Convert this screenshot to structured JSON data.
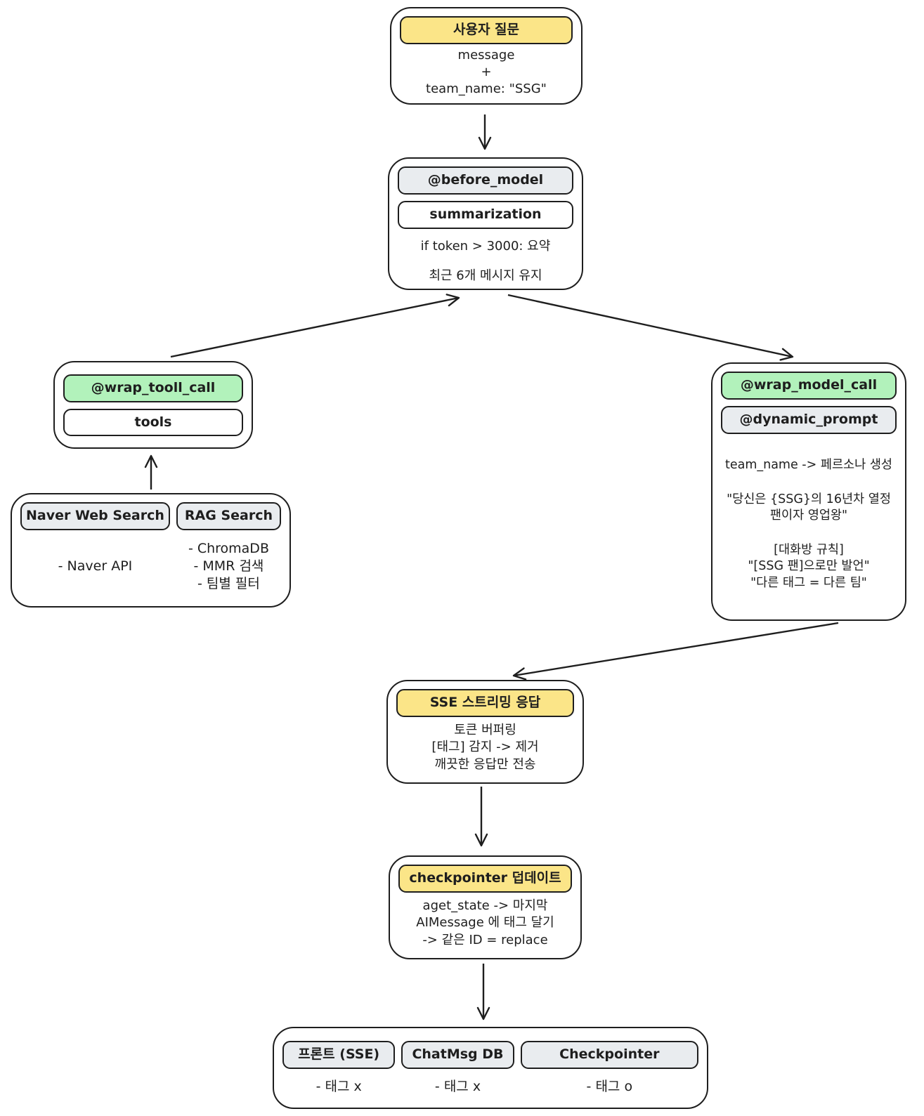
{
  "colors": {
    "yellow_header": "#fbe588",
    "green_header": "#b2f2bb",
    "gray_header": "#e9ecef",
    "stroke": "#1e1e1e",
    "background": "#ffffff"
  },
  "nodes": {
    "user_question": {
      "title": "사용자 질문",
      "body": "message\n+\nteam_name: \"SSG\""
    },
    "before_model": {
      "title": "@before_model",
      "subtitle": "summarization",
      "body": "if token > 3000: 요약\n최근 6개 메시지 유지"
    },
    "wrap_tool_call": {
      "title": "@wrap_tooll_call",
      "subtitle": "tools"
    },
    "tools_detail": {
      "columns": [
        {
          "title": "Naver Web Search",
          "items": [
            "- Naver API"
          ]
        },
        {
          "title": "RAG Search",
          "items": [
            "- ChromaDB",
            "- MMR 검색",
            "- 팀별 필터"
          ]
        }
      ]
    },
    "wrap_model_call": {
      "title": "@wrap_model_call",
      "subtitle": "@dynamic_prompt",
      "paragraphs": [
        "team_name -> 페르소나 생성",
        "\"당신은 {SSG}의 16년차 열정\n팬이자 영업왕\"",
        "[대화방 규칙]\n\"[SSG 팬]으로만 발언\"\n\"다른 태그 = 다른 팀\""
      ]
    },
    "sse_streaming": {
      "title": "SSE 스트리밍 응답",
      "body": "토큰 버퍼링\n[태그] 감지 -> 제거\n깨끗한 응답만 전송"
    },
    "checkpointer_update": {
      "title": "checkpointer 덥데이트",
      "body": "aget_state -> 마지막\nAIMessage 에 태그 달기\n-> 같은 ID = replace"
    },
    "outputs": {
      "columns": [
        {
          "title": "프론트 (SSE)",
          "items": [
            "- 태그 x"
          ]
        },
        {
          "title": "ChatMsg DB",
          "items": [
            "- 태그 x"
          ]
        },
        {
          "title": "Checkpointer",
          "items": [
            "- 태그 o"
          ]
        }
      ]
    }
  },
  "edges": [
    {
      "from": "user_question",
      "to": "before_model"
    },
    {
      "from": "wrap_tool_call",
      "to": "before_model"
    },
    {
      "from": "before_model",
      "to": "wrap_model_call"
    },
    {
      "from": "tools_detail",
      "to": "wrap_tool_call"
    },
    {
      "from": "wrap_model_call",
      "to": "sse_streaming"
    },
    {
      "from": "sse_streaming",
      "to": "checkpointer_update"
    },
    {
      "from": "checkpointer_update",
      "to": "outputs"
    }
  ]
}
